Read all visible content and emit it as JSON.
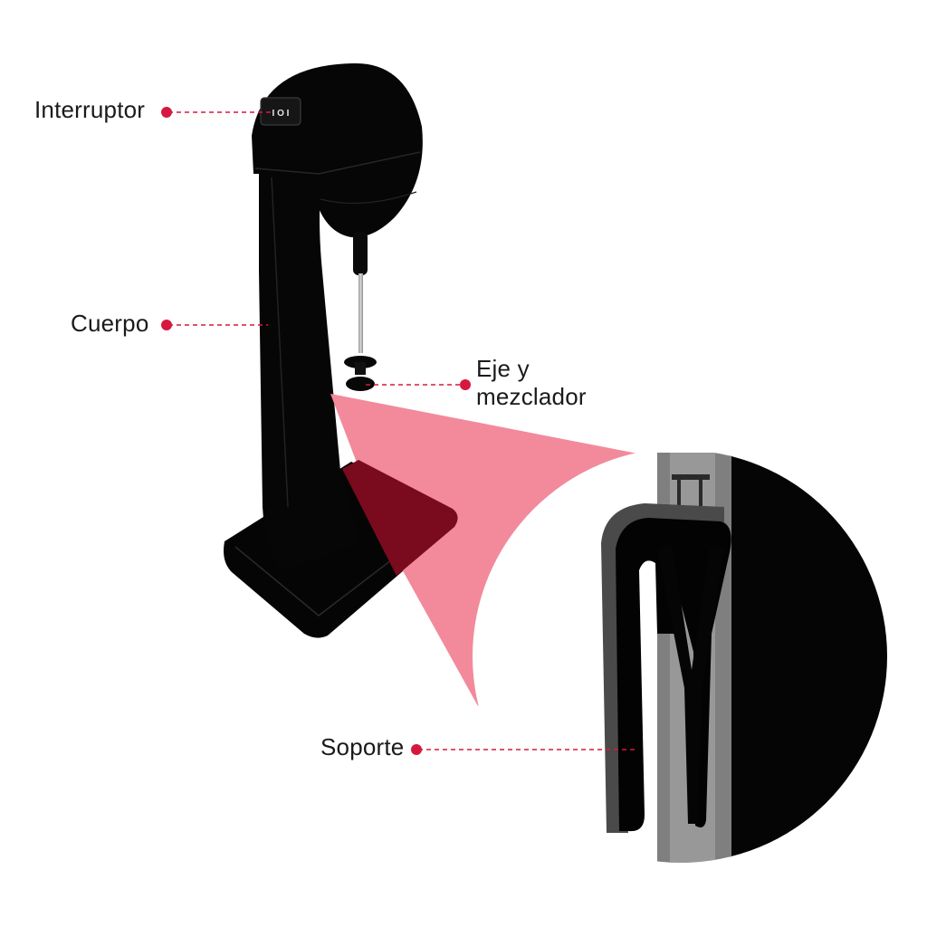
{
  "labels": {
    "interruptor": "Interruptor",
    "cuerpo": "Cuerpo",
    "eje_line1": "Eje y",
    "eje_line2": "mezclador",
    "soporte": "Soporte"
  },
  "switch_text": "I O I",
  "colors": {
    "accent": "#d6183f",
    "body": "#060606",
    "zoom_beam": "#f28a9b",
    "base_overlay": "#7a0a1e",
    "text": "#1a1a1a"
  }
}
